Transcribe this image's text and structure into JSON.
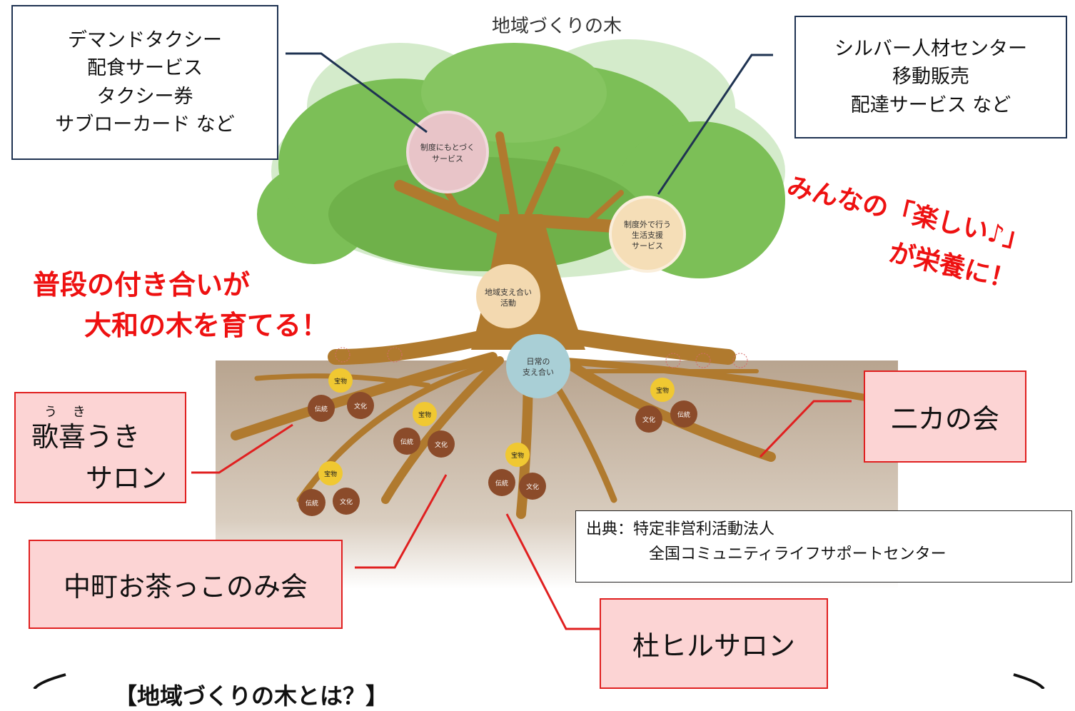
{
  "title": "地域づくりの木",
  "top_left_box": {
    "lines": [
      "デマンドタクシー",
      "配食サービス",
      "タクシー券",
      "サブローカード など"
    ]
  },
  "top_right_box": {
    "lines": [
      "シルバー人材センター",
      "移動販売",
      "配達サービス など"
    ]
  },
  "circles": {
    "system": [
      "制度にもとづく",
      "サービス"
    ],
    "outside": [
      "制度外で行う",
      "生活支援",
      "サービス"
    ],
    "community": [
      "地域支え合い",
      "活動"
    ],
    "daily": [
      "日常の",
      "支え合い"
    ]
  },
  "root_labels": {
    "treasure": "宝物",
    "tradition": "伝統",
    "culture": "文化"
  },
  "slogan_left": [
    "普段の付き合いが",
    "大和の木を育てる！"
  ],
  "slogan_right": [
    "みんなの「楽しい♪」",
    "が栄養に！"
  ],
  "groups": {
    "uki_ruby": "う き",
    "uki_line1": "歌喜うき",
    "uki_line2": "サロン",
    "nakamachi": "中町お茶っこのみ会",
    "morihill": "杜ヒルサロン",
    "nirikinokai": "二カの会"
  },
  "source": {
    "line1": "出典：特定非営利活動法人",
    "line2": "全国コミュニティライフサポートセンター"
  },
  "bottom_heading": "【地域づくりの木とは？】",
  "colors": {
    "accent_red": "#ee1111",
    "box_pink": "#fcd4d4",
    "navy": "#1f3352",
    "trunk": "#b07a2e",
    "leaf": "#7cbf57"
  }
}
